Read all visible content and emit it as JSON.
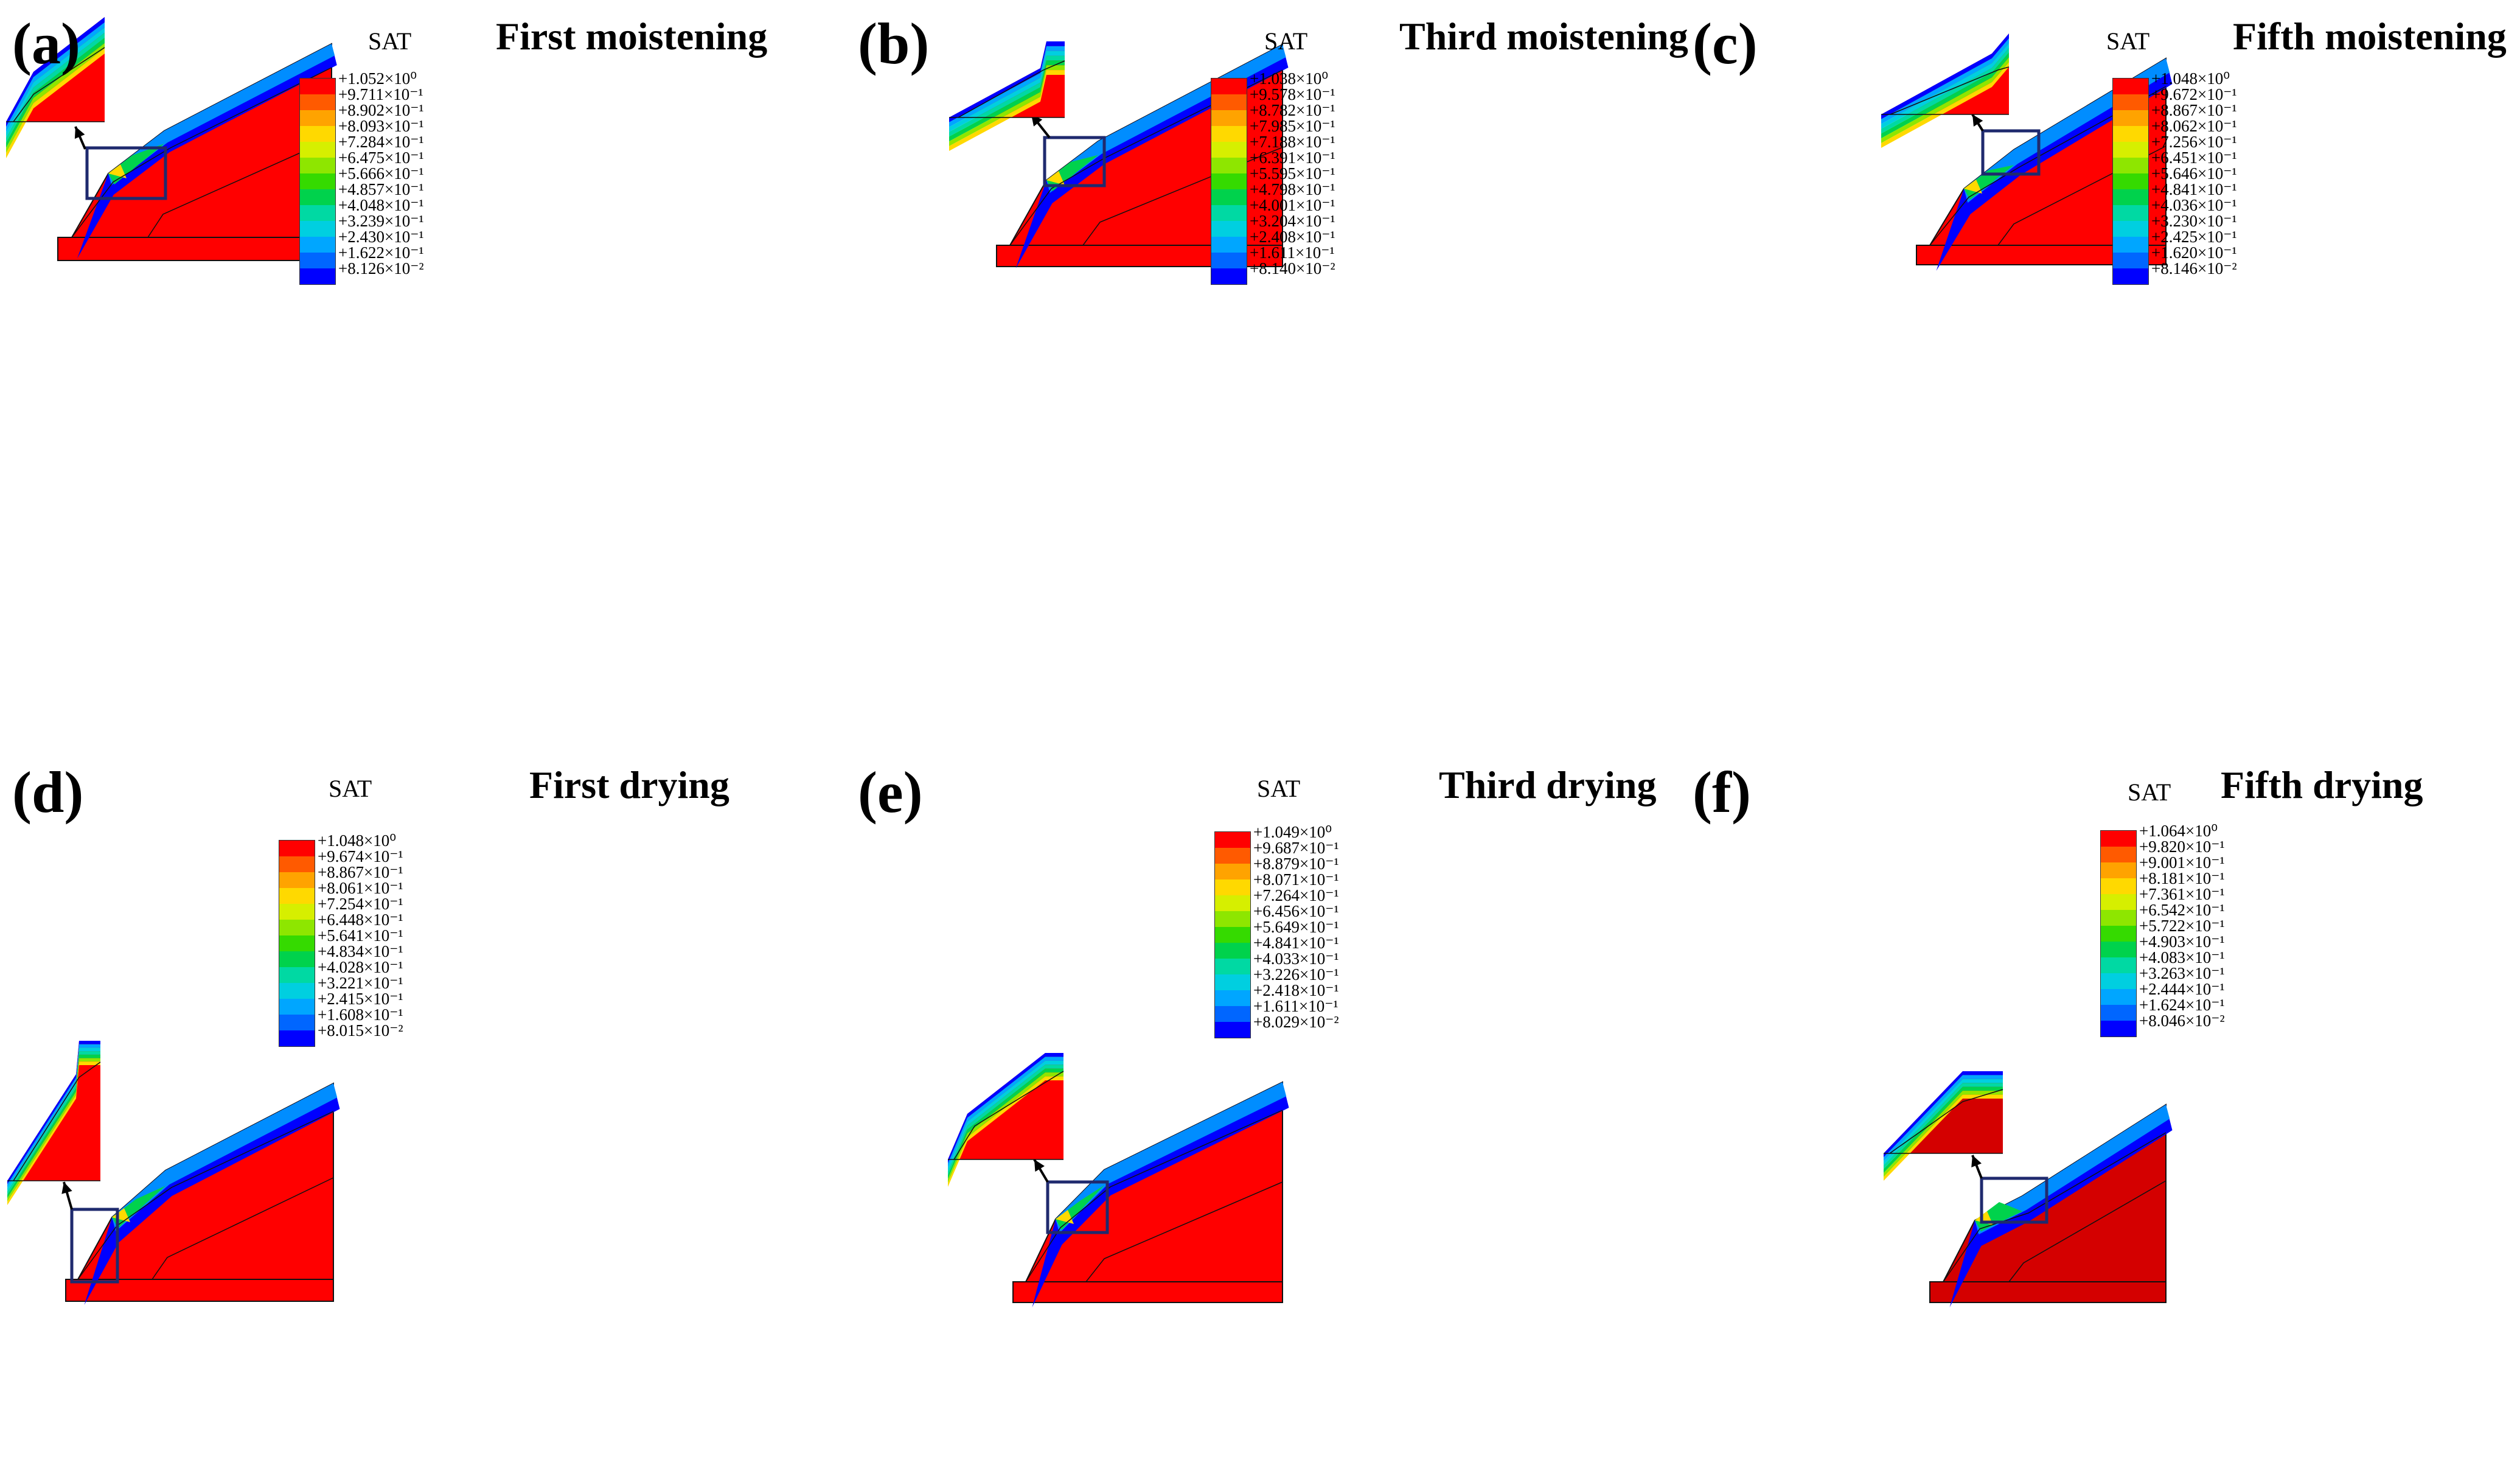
{
  "colors": {
    "saturated_red": "#ff0000",
    "dark_red": "#d40000",
    "zoom_box": "#1f2a6e",
    "outline": "#111111",
    "ramp": [
      "#ff0000",
      "#ff5a00",
      "#ffa300",
      "#ffd900",
      "#d6ef00",
      "#8ee600",
      "#35da00",
      "#00d24c",
      "#00d9a3",
      "#00cfe0",
      "#00a6ff",
      "#0066ff",
      "#0000ff"
    ]
  },
  "sat_label": "SAT",
  "panels": [
    {
      "label": "(a)",
      "title": "First moistening",
      "legend": [
        "+1.052×10⁰",
        "+9.711×10⁻¹",
        "+8.902×10⁻¹",
        "+8.093×10⁻¹",
        "+7.284×10⁻¹",
        "+6.475×10⁻¹",
        "+5.666×10⁻¹",
        "+4.857×10⁻¹",
        "+4.048×10⁻¹",
        "+3.239×10⁻¹",
        "+2.430×10⁻¹",
        "+1.622×10⁻¹",
        "+8.126×10⁻²"
      ]
    },
    {
      "label": "(b)",
      "title": "Third moistening",
      "legend": [
        "+1.038×10⁰",
        "+9.578×10⁻¹",
        "+8.782×10⁻¹",
        "+7.985×10⁻¹",
        "+7.188×10⁻¹",
        "+6.391×10⁻¹",
        "+5.595×10⁻¹",
        "+4.798×10⁻¹",
        "+4.001×10⁻¹",
        "+3.204×10⁻¹",
        "+2.408×10⁻¹",
        "+1.611×10⁻¹",
        "+8.140×10⁻²"
      ]
    },
    {
      "label": "(c)",
      "title": "Fifth moistening",
      "legend": [
        "+1.048×10⁰",
        "+9.672×10⁻¹",
        "+8.867×10⁻¹",
        "+8.062×10⁻¹",
        "+7.256×10⁻¹",
        "+6.451×10⁻¹",
        "+5.646×10⁻¹",
        "+4.841×10⁻¹",
        "+4.036×10⁻¹",
        "+3.230×10⁻¹",
        "+2.425×10⁻¹",
        "+1.620×10⁻¹",
        "+8.146×10⁻²"
      ]
    },
    {
      "label": "(d)",
      "title": "First drying",
      "legend": [
        "+1.048×10⁰",
        "+9.674×10⁻¹",
        "+8.867×10⁻¹",
        "+8.061×10⁻¹",
        "+7.254×10⁻¹",
        "+6.448×10⁻¹",
        "+5.641×10⁻¹",
        "+4.834×10⁻¹",
        "+4.028×10⁻¹",
        "+3.221×10⁻¹",
        "+2.415×10⁻¹",
        "+1.608×10⁻¹",
        "+8.015×10⁻²"
      ]
    },
    {
      "label": "(e)",
      "title": "Third drying",
      "legend": [
        "+1.049×10⁰",
        "+9.687×10⁻¹",
        "+8.879×10⁻¹",
        "+8.071×10⁻¹",
        "+7.264×10⁻¹",
        "+6.456×10⁻¹",
        "+5.649×10⁻¹",
        "+4.841×10⁻¹",
        "+4.033×10⁻¹",
        "+3.226×10⁻¹",
        "+2.418×10⁻¹",
        "+1.611×10⁻¹",
        "+8.029×10⁻²"
      ]
    },
    {
      "label": "(f)",
      "title": "Fifth drying",
      "legend": [
        "+1.064×10⁰",
        "+9.820×10⁻¹",
        "+9.001×10⁻¹",
        "+8.181×10⁻¹",
        "+7.361×10⁻¹",
        "+6.542×10⁻¹",
        "+5.722×10⁻¹",
        "+4.903×10⁻¹",
        "+4.083×10⁻¹",
        "+3.263×10⁻¹",
        "+2.444×10⁻¹",
        "+1.624×10⁻¹",
        "+8.046×10⁻²"
      ]
    }
  ]
}
